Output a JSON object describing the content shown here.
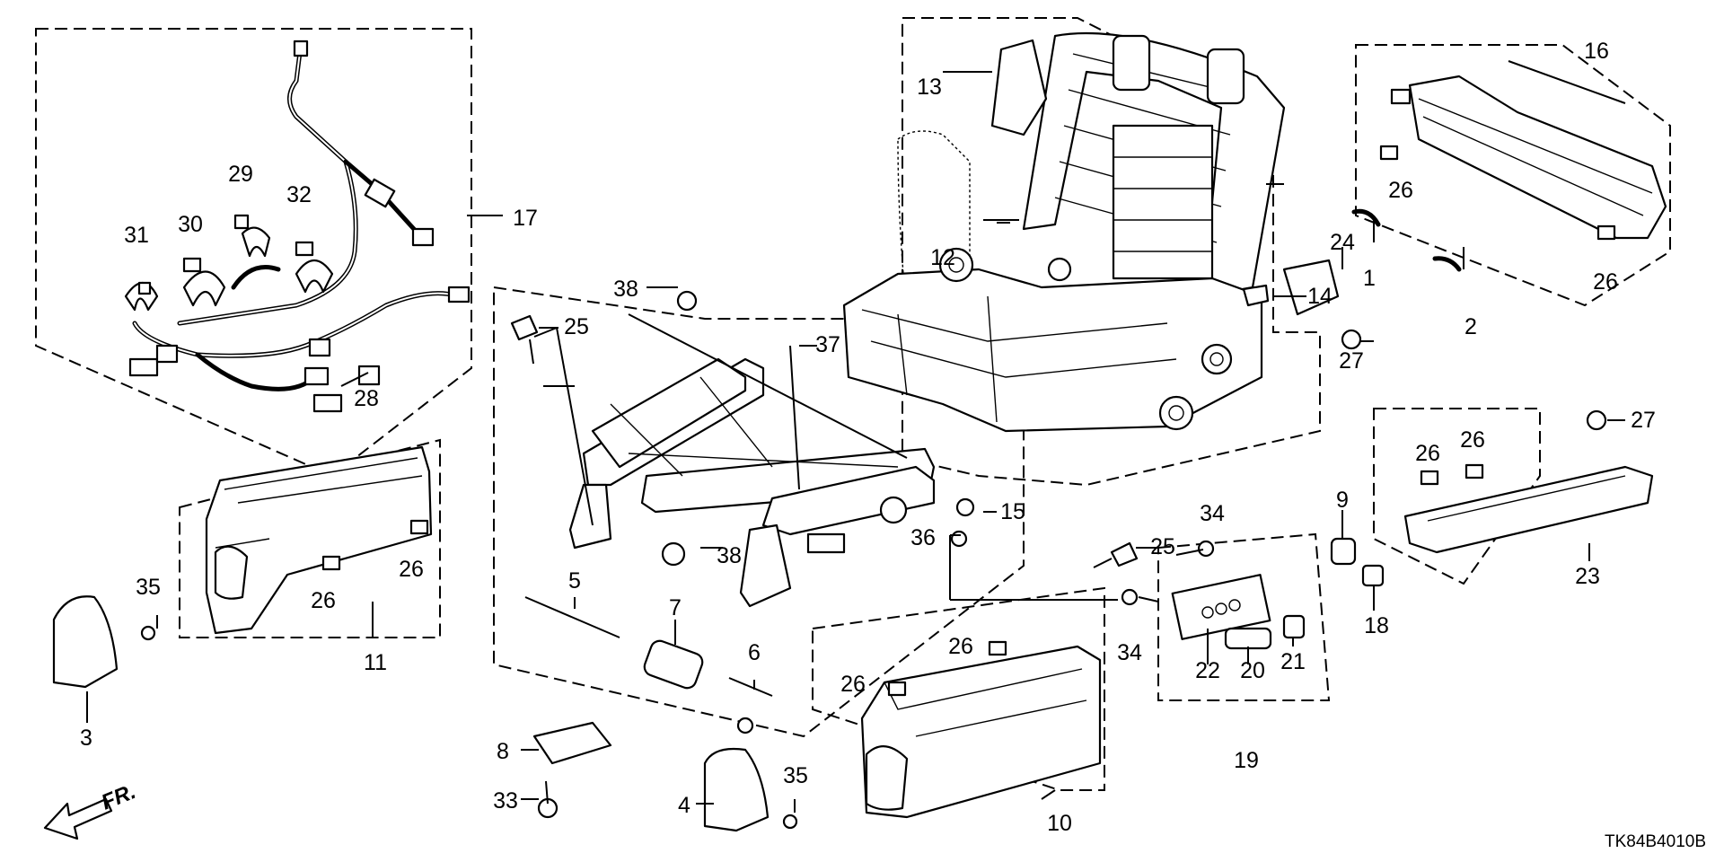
{
  "diagram": {
    "callouts": [
      {
        "id": "c1",
        "text": "1"
      },
      {
        "id": "c2",
        "text": "2"
      },
      {
        "id": "c3",
        "text": "3"
      },
      {
        "id": "c4",
        "text": "4"
      },
      {
        "id": "c5",
        "text": "5"
      },
      {
        "id": "c6",
        "text": "6"
      },
      {
        "id": "c7",
        "text": "7"
      },
      {
        "id": "c8",
        "text": "8"
      },
      {
        "id": "c9",
        "text": "9"
      },
      {
        "id": "c10",
        "text": "10"
      },
      {
        "id": "c11",
        "text": "11"
      },
      {
        "id": "c12",
        "text": "12"
      },
      {
        "id": "c13",
        "text": "13"
      },
      {
        "id": "c14",
        "text": "14"
      },
      {
        "id": "c15",
        "text": "15"
      },
      {
        "id": "c16",
        "text": "16"
      },
      {
        "id": "c17",
        "text": "17"
      },
      {
        "id": "c18",
        "text": "18"
      },
      {
        "id": "c19",
        "text": "19"
      },
      {
        "id": "c20",
        "text": "20"
      },
      {
        "id": "c21",
        "text": "21"
      },
      {
        "id": "c22",
        "text": "22"
      },
      {
        "id": "c23",
        "text": "23"
      },
      {
        "id": "c24",
        "text": "24"
      },
      {
        "id": "c25a",
        "text": "25"
      },
      {
        "id": "c25b",
        "text": "25"
      },
      {
        "id": "c26a",
        "text": "26"
      },
      {
        "id": "c26b",
        "text": "26"
      },
      {
        "id": "c26c",
        "text": "26"
      },
      {
        "id": "c26d",
        "text": "26"
      },
      {
        "id": "c26e",
        "text": "26"
      },
      {
        "id": "c26f",
        "text": "26"
      },
      {
        "id": "c26g",
        "text": "26"
      },
      {
        "id": "c26h",
        "text": "26"
      },
      {
        "id": "c27a",
        "text": "27"
      },
      {
        "id": "c27b",
        "text": "27"
      },
      {
        "id": "c28",
        "text": "28"
      },
      {
        "id": "c29",
        "text": "29"
      },
      {
        "id": "c30",
        "text": "30"
      },
      {
        "id": "c31",
        "text": "31"
      },
      {
        "id": "c32",
        "text": "32"
      },
      {
        "id": "c33",
        "text": "33"
      },
      {
        "id": "c34a",
        "text": "34"
      },
      {
        "id": "c34b",
        "text": "34"
      },
      {
        "id": "c35a",
        "text": "35"
      },
      {
        "id": "c35b",
        "text": "35"
      },
      {
        "id": "c36",
        "text": "36"
      },
      {
        "id": "c37",
        "text": "37"
      },
      {
        "id": "c38a",
        "text": "38"
      },
      {
        "id": "c38b",
        "text": "38"
      }
    ],
    "front_arrow_label": "FR.",
    "diagram_code": "TK84B4010B"
  }
}
